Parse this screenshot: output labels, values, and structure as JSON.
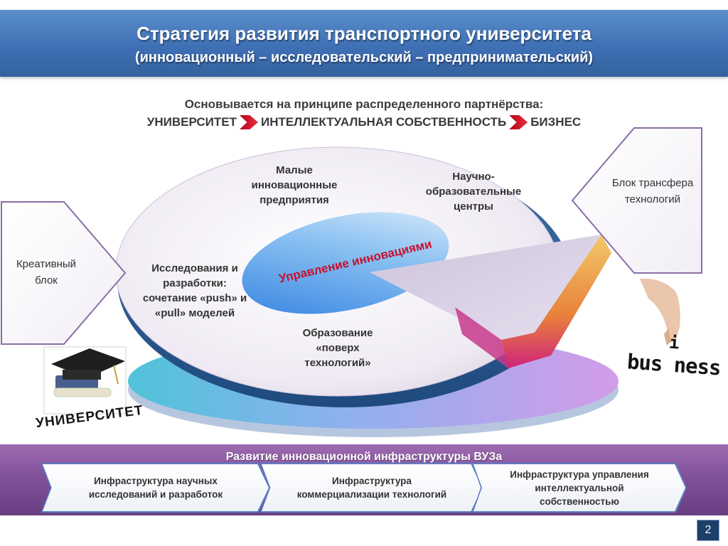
{
  "header": {
    "title": "Стратегия развития транспортного университета",
    "subtitle": "(инновационный – исследовательский – предпринимательский)"
  },
  "principle": {
    "text": "Основывается на принципе распределенного партнёрства:",
    "chain": [
      "УНИВЕРСИТЕТ",
      "ИНТЕЛЛЕКТУАЛЬНАЯ СОБСТВЕННОСТЬ",
      "БИЗНЕС"
    ]
  },
  "side_blocks": {
    "left": "Креативный блок",
    "right": "Блок трансфера технологий"
  },
  "ring": {
    "small_enterprises": "Малые инновационные предприятия",
    "research_centers": "Научно-образовательные центры",
    "rnd": "Исследования и разработки: сочетание «push» и «pull» моделей",
    "education": "Образование «поверх технологий»",
    "core": "Управление инновациями"
  },
  "labels": {
    "university": "УНИВЕРСИТЕТ",
    "business_i": "i",
    "business": "bus ness"
  },
  "infrastructure": {
    "title": "Развитие инновационной инфраструктуры ВУЗа",
    "items": [
      "Инфраструктура научных исследований и разработок",
      "Инфраструктура коммерциализации технологий",
      "Инфраструктура управления интеллектуальной собственностью"
    ]
  },
  "page_number": "2",
  "colors": {
    "header": "#3f70b5",
    "band": "#7e4f96",
    "accent_red": "#c8102e",
    "box_border": "#8a6fa6"
  }
}
